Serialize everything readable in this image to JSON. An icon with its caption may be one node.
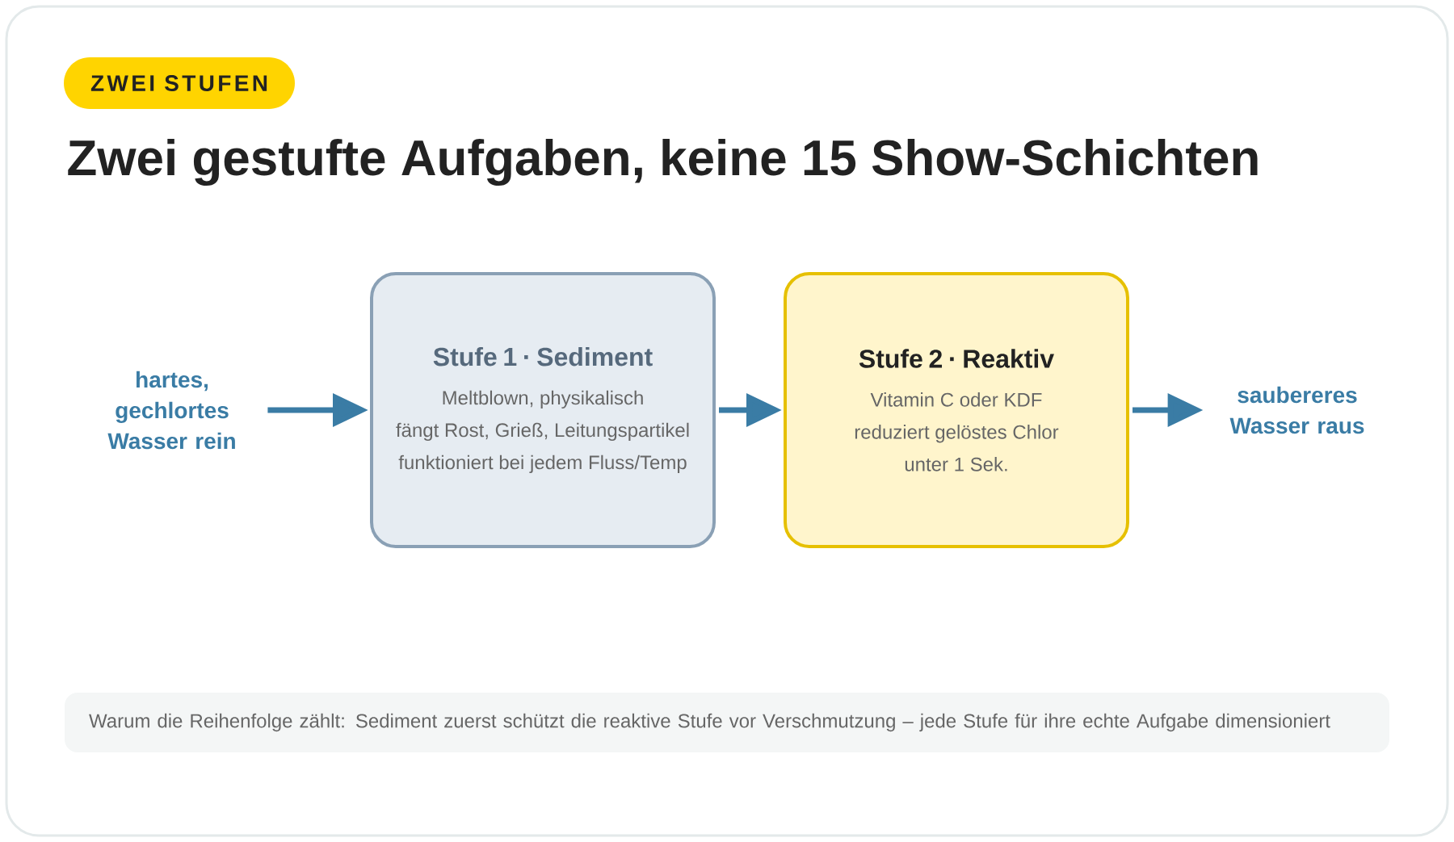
{
  "diagram": {
    "title": "Zwei gestufte Aufgaben, keine 15 Show-Schichten",
    "nodes": [
      {
        "text": [
          "ZWEI STUFEN"
        ]
      },
      {
        "text": [
          "hartes, gechlortes Wasser rein"
        ]
      },
      {
        "text": [
          "Stufe 1 · Sediment",
          "Meltblown, physikalisch",
          "fängt Rost, Grieß, Leitungspartikel",
          "funktioniert bei jedem Fluss/Temp"
        ]
      },
      {
        "text": [
          "Stufe 2 · Reaktiv",
          "Vitamin C oder KDF",
          "reduziert gelöstes Chlor",
          "unter 1 Sek."
        ]
      },
      {
        "text": [
          "saubereres Wasser raus"
        ]
      },
      {
        "text": [
          "Warum die Reihenfolge zählt: Sediment zuerst schützt die reaktive Stufe vor Verschmutzung – jede Stufe für ihre echte Aufgabe dimensioniert"
        ]
      }
    ],
    "edges": [
      {
        "from": 1,
        "to": 2,
        "arrow": "to"
      },
      {
        "from": 2,
        "to": 3,
        "arrow": "to"
      },
      {
        "from": 3,
        "to": 4,
        "arrow": "to"
      }
    ]
  }
}
